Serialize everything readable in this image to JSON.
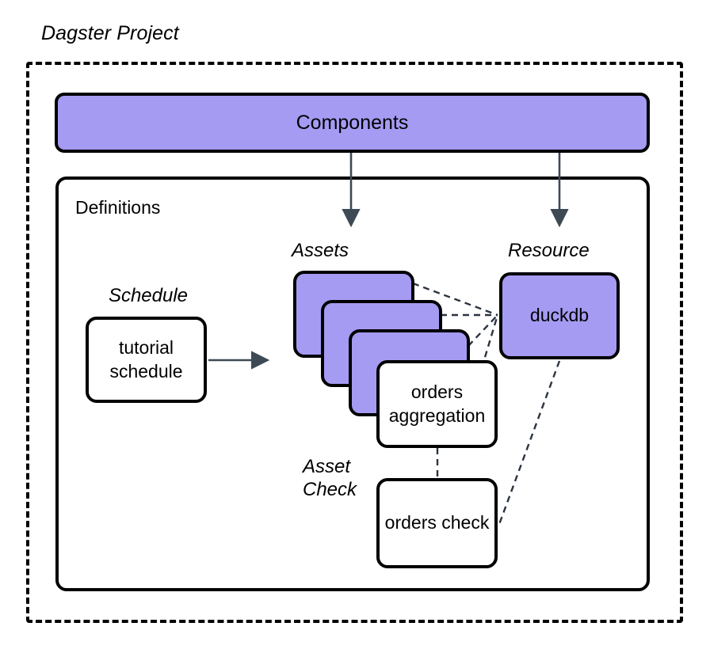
{
  "diagram": {
    "title": "Dagster Project",
    "type": "architecture-block-diagram"
  },
  "project_frame": {
    "label": "Dagster Project",
    "border_style": "dashed",
    "border_color": "#000000"
  },
  "components": {
    "label": "Components",
    "fill_color": "#A59BF2",
    "border_color": "#000000"
  },
  "definitions": {
    "label": "Definitions",
    "fill_color": "#FFFFFF",
    "border_color": "#000000"
  },
  "schedule": {
    "group_label": "Schedule",
    "card_label": "tutorial\nschedule",
    "fill_color": "#FFFFFF"
  },
  "assets": {
    "group_label": "Assets",
    "stack_fill_color": "#A59BF2",
    "stack_count": 3,
    "front_card_label": "orders\naggregation",
    "front_card_fill_color": "#FFFFFF"
  },
  "resource": {
    "group_label": "Resource",
    "card_label": "duckdb",
    "fill_color": "#A59BF2"
  },
  "asset_check": {
    "group_label": "Asset\nCheck",
    "card_label": "orders\ncheck",
    "fill_color": "#FFFFFF"
  },
  "connectors": {
    "arrow_color": "#3D4A55",
    "dashed_line_color": "#2B3440",
    "items": [
      {
        "name": "components-to-assets",
        "style": "solid-arrow"
      },
      {
        "name": "components-to-resource",
        "style": "solid-arrow"
      },
      {
        "name": "schedule-to-assets",
        "style": "solid-arrow"
      },
      {
        "name": "assets-to-duckdb",
        "style": "dashed"
      },
      {
        "name": "duckdb-to-orders-check",
        "style": "dashed"
      },
      {
        "name": "orders-aggregation-to-orders-check",
        "style": "dashed"
      }
    ]
  },
  "palette": {
    "purple": "#A59BF2",
    "white": "#FFFFFF",
    "black": "#000000",
    "arrow_slate": "#3D4A55"
  }
}
